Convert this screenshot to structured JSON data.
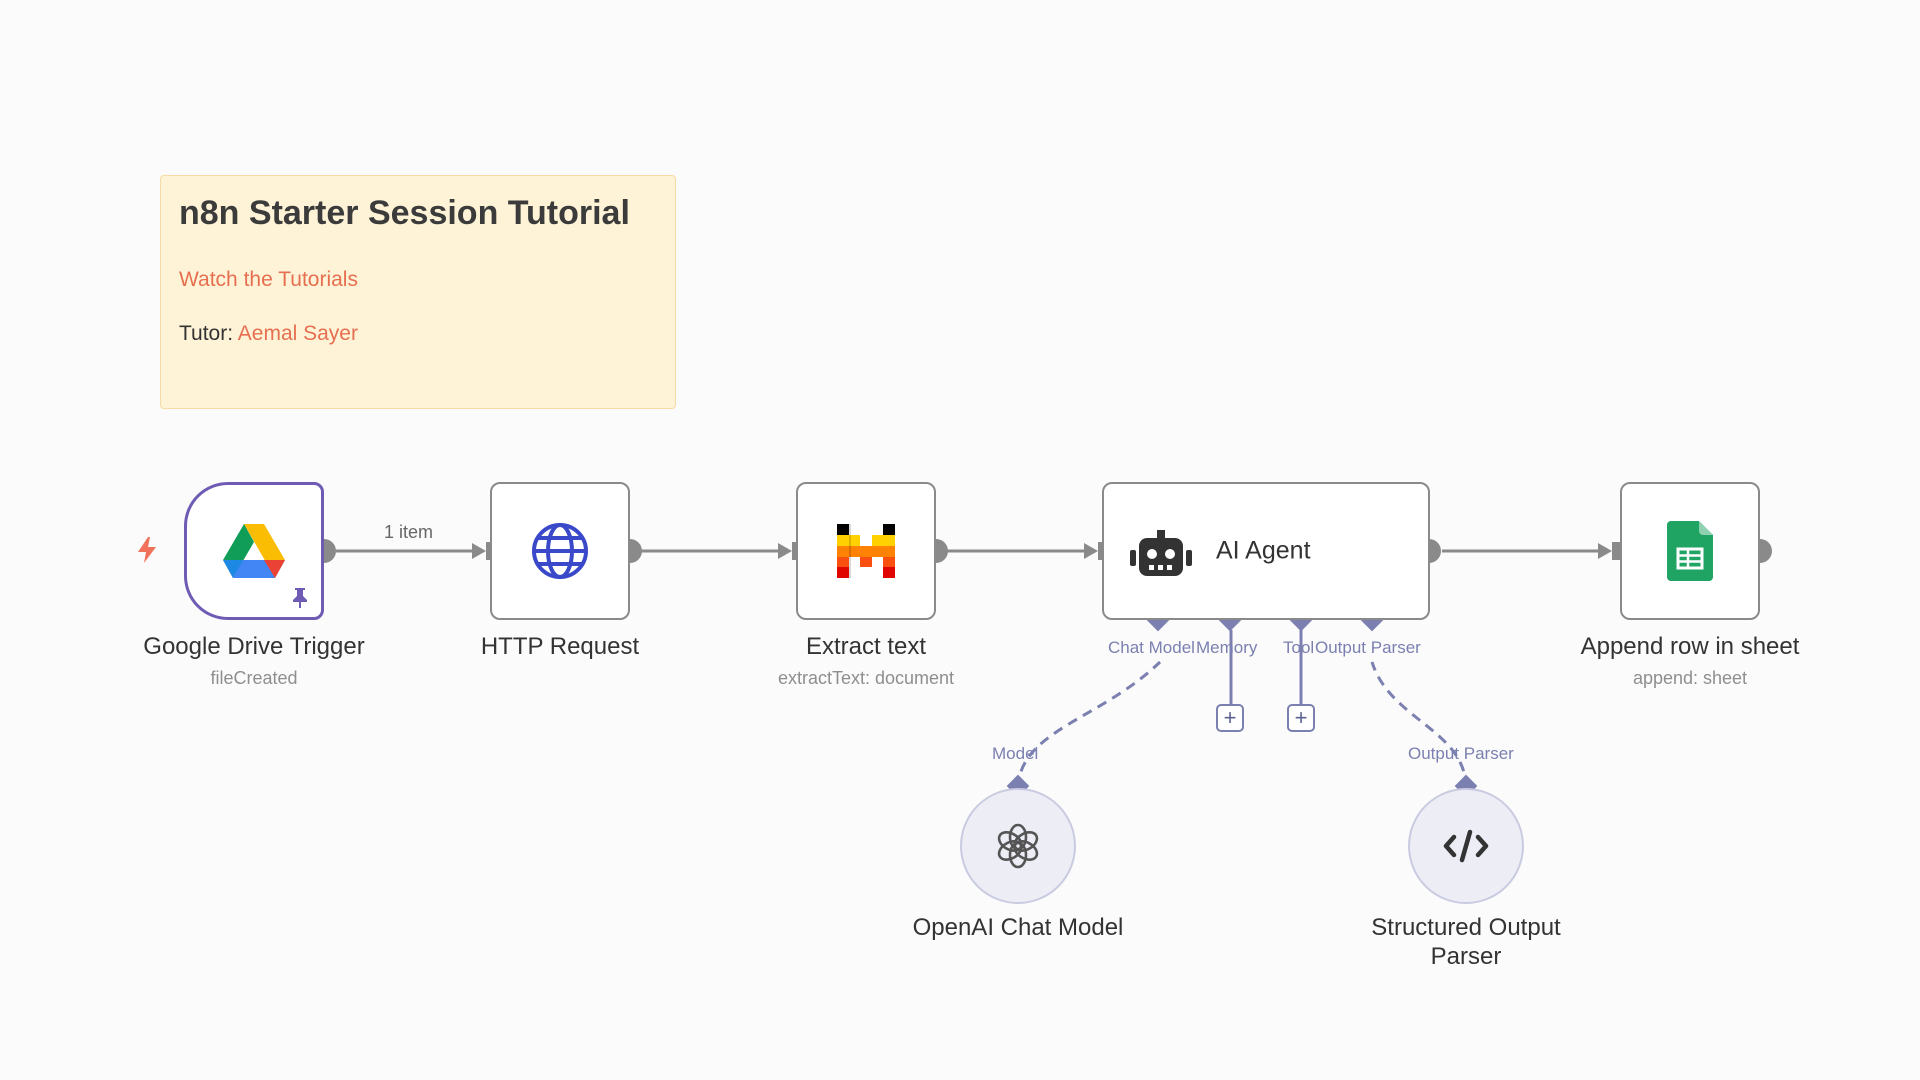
{
  "sticky_note": {
    "title": "n8n Starter Session Tutorial",
    "link_text": "Watch the Tutorials",
    "tutor_label": "Tutor:",
    "tutor_name": "Aemal Sayer"
  },
  "connection": {
    "item_count": "1 item"
  },
  "nodes": {
    "drive_trigger": {
      "title": "Google Drive Trigger",
      "subtitle": "fileCreated",
      "icon": "google-drive-icon",
      "pinned": true
    },
    "http_request": {
      "title": "HTTP Request",
      "icon": "globe-icon"
    },
    "extract_text": {
      "title": "Extract text",
      "subtitle": "extractText: document",
      "icon": "mistral-icon"
    },
    "ai_agent": {
      "title": "AI Agent",
      "icon": "robot-icon",
      "ports": {
        "chat_model": "Chat Model",
        "memory": "Memory",
        "tool": "Tool",
        "output_parser": "Output Parser"
      }
    },
    "append_row": {
      "title": "Append row in sheet",
      "subtitle": "append: sheet",
      "icon": "google-sheets-icon"
    },
    "openai_model": {
      "title": "OpenAI Chat Model",
      "input_label": "Model",
      "icon": "openai-icon"
    },
    "output_parser": {
      "title_line1": "Structured Output",
      "title_line2": "Parser",
      "input_label": "Output Parser",
      "icon": "code-icon"
    }
  },
  "colors": {
    "accent": "#e76f51",
    "port": "#7b80b0",
    "trigger_border": "#6f5bb4",
    "sticky_bg": "#fef3d6"
  }
}
